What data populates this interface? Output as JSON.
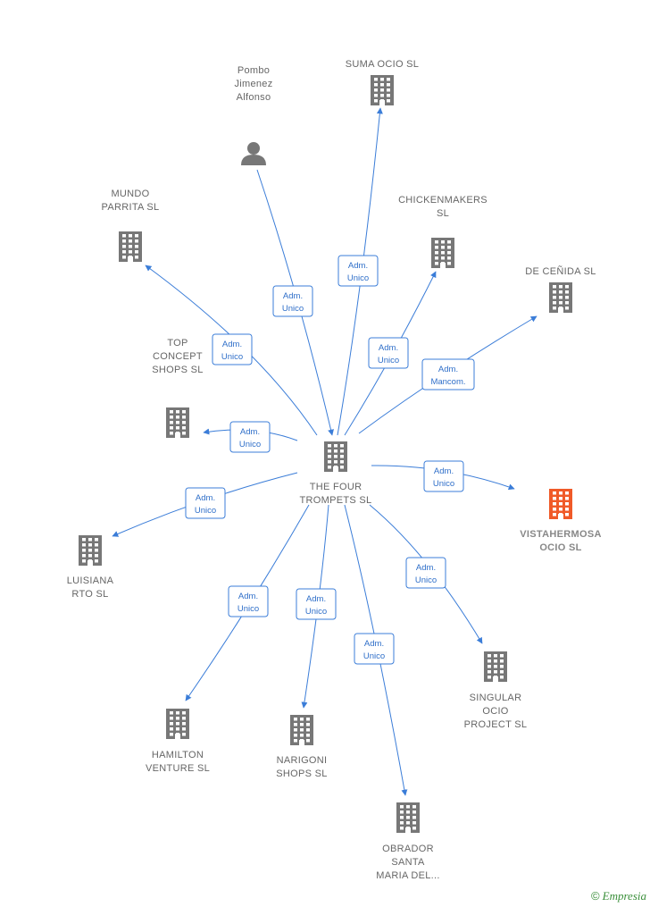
{
  "colors": {
    "edge": "#3b7dd8",
    "building": "#777777",
    "highlight": "#f05a28",
    "person": "#777777"
  },
  "center": {
    "id": "center",
    "label": [
      "THE FOUR",
      "TROMPETS  SL"
    ],
    "icon": "building-icon"
  },
  "nodes": [
    {
      "id": "suma",
      "label": [
        "SUMA OCIO  SL"
      ],
      "icon": "building-icon"
    },
    {
      "id": "pombo",
      "label": [
        "Pombo",
        "Jimenez",
        "Alfonso"
      ],
      "icon": "person-icon"
    },
    {
      "id": "mundo",
      "label": [
        "MUNDO",
        "PARRITA  SL"
      ],
      "icon": "building-icon"
    },
    {
      "id": "chicken",
      "label": [
        "CHICKENMAKERS",
        "SL"
      ],
      "icon": "building-icon"
    },
    {
      "id": "decenida",
      "label": [
        "DE CEÑIDA  SL"
      ],
      "icon": "building-icon"
    },
    {
      "id": "top",
      "label": [
        "TOP",
        "CONCEPT",
        "SHOPS  SL"
      ],
      "icon": "building-icon"
    },
    {
      "id": "vista",
      "label": [
        "VISTAHERMOSA",
        "OCIO  SL"
      ],
      "icon": "building-icon",
      "highlight": true
    },
    {
      "id": "luisiana",
      "label": [
        "LUISIANA",
        "RTO  SL"
      ],
      "icon": "building-icon"
    },
    {
      "id": "singular",
      "label": [
        "SINGULAR",
        "OCIO",
        "PROJECT  SL"
      ],
      "icon": "building-icon"
    },
    {
      "id": "hamilton",
      "label": [
        "HAMILTON",
        "VENTURE  SL"
      ],
      "icon": "building-icon"
    },
    {
      "id": "narigoni",
      "label": [
        "NARIGONI",
        "SHOPS  SL"
      ],
      "icon": "building-icon"
    },
    {
      "id": "obrador",
      "label": [
        "OBRADOR",
        "SANTA",
        "MARIA DEL..."
      ],
      "icon": "building-icon"
    }
  ],
  "edges": [
    {
      "from": "center",
      "to": "suma",
      "label": [
        "Adm.",
        "Unico"
      ]
    },
    {
      "from": "pombo",
      "to": "center",
      "label": [
        "Adm.",
        "Unico"
      ]
    },
    {
      "from": "center",
      "to": "mundo",
      "label": [
        "Adm.",
        "Unico"
      ]
    },
    {
      "from": "center",
      "to": "chicken",
      "label": [
        "Adm.",
        "Unico"
      ]
    },
    {
      "from": "center",
      "to": "decenida",
      "label": [
        "Adm.",
        "Mancom."
      ]
    },
    {
      "from": "center",
      "to": "top",
      "label": [
        "Adm.",
        "Unico"
      ]
    },
    {
      "from": "center",
      "to": "vista",
      "label": [
        "Adm.",
        "Unico"
      ]
    },
    {
      "from": "center",
      "to": "luisiana",
      "label": [
        "Adm.",
        "Unico"
      ]
    },
    {
      "from": "center",
      "to": "singular",
      "label": [
        "Adm.",
        "Unico"
      ]
    },
    {
      "from": "center",
      "to": "hamilton",
      "label": [
        "Adm.",
        "Unico"
      ]
    },
    {
      "from": "center",
      "to": "narigoni",
      "label": [
        "Adm.",
        "Unico"
      ]
    },
    {
      "from": "center",
      "to": "obrador",
      "label": [
        "Adm.",
        "Unico"
      ]
    }
  ],
  "watermark": {
    "copyright": "©",
    "brand": "Empresia"
  }
}
